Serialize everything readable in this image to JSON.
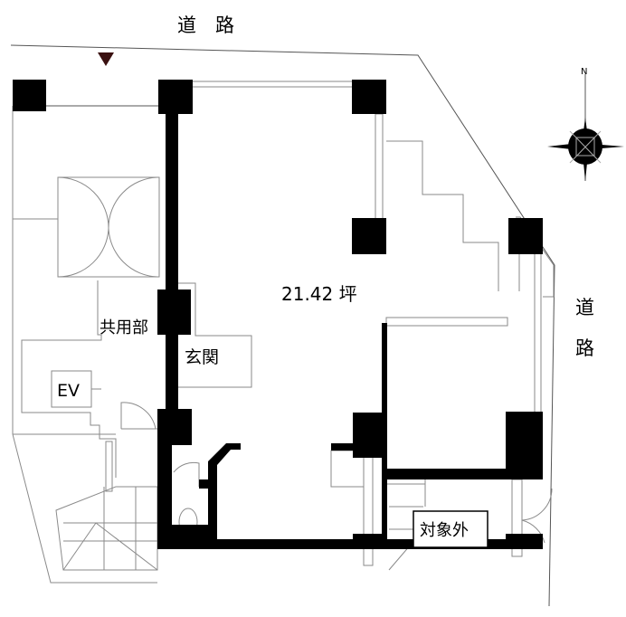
{
  "labels": {
    "road_top": "道　路",
    "road_right_1": "道",
    "road_right_2": "路",
    "area": "21.42 坪",
    "common_area": "共用部",
    "entrance": "玄関",
    "elevator": "EV",
    "excluded": "対象外",
    "north": "N"
  },
  "colors": {
    "wall": "#000000",
    "line": "#8a8a8a",
    "entry_marker": "#3a1010"
  }
}
